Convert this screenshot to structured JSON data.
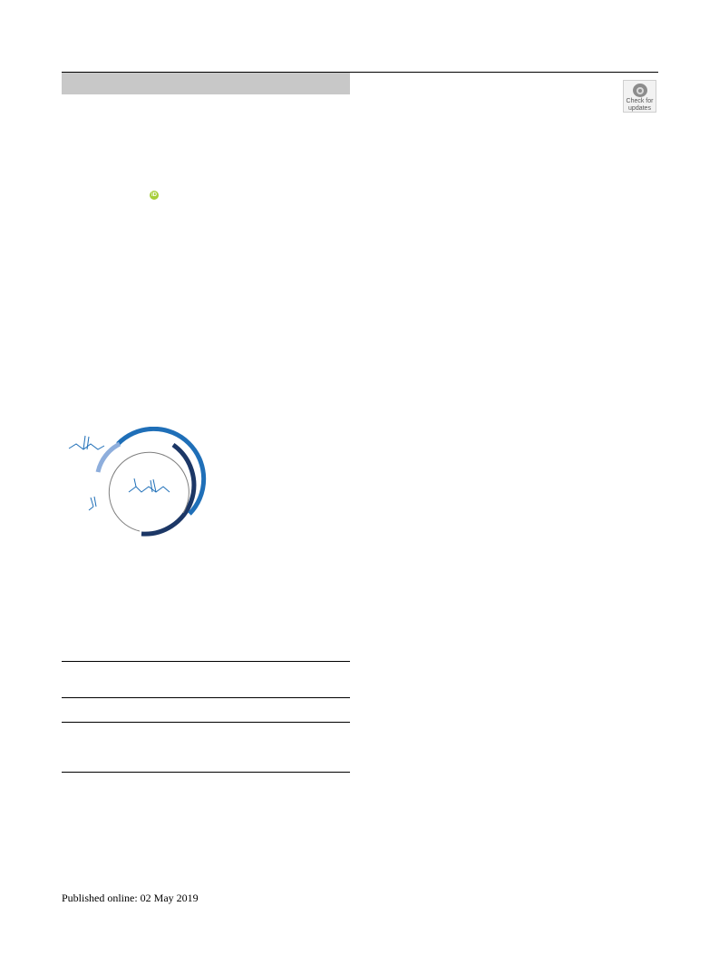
{
  "badge": {
    "line1": "Check for",
    "line2": "updates",
    "icon": "check-for-updates-icon"
  },
  "orcid": {
    "label": "iD",
    "icon": "orcid-icon",
    "color": "#a6ce39"
  },
  "graphic": {
    "colors": {
      "dark_navy": "#1c3766",
      "blue": "#1f6fb8",
      "light_blue": "#8eaedc",
      "gray": "#7f7f7f"
    }
  },
  "footer": {
    "published": "Published online: 02 May 2019"
  }
}
